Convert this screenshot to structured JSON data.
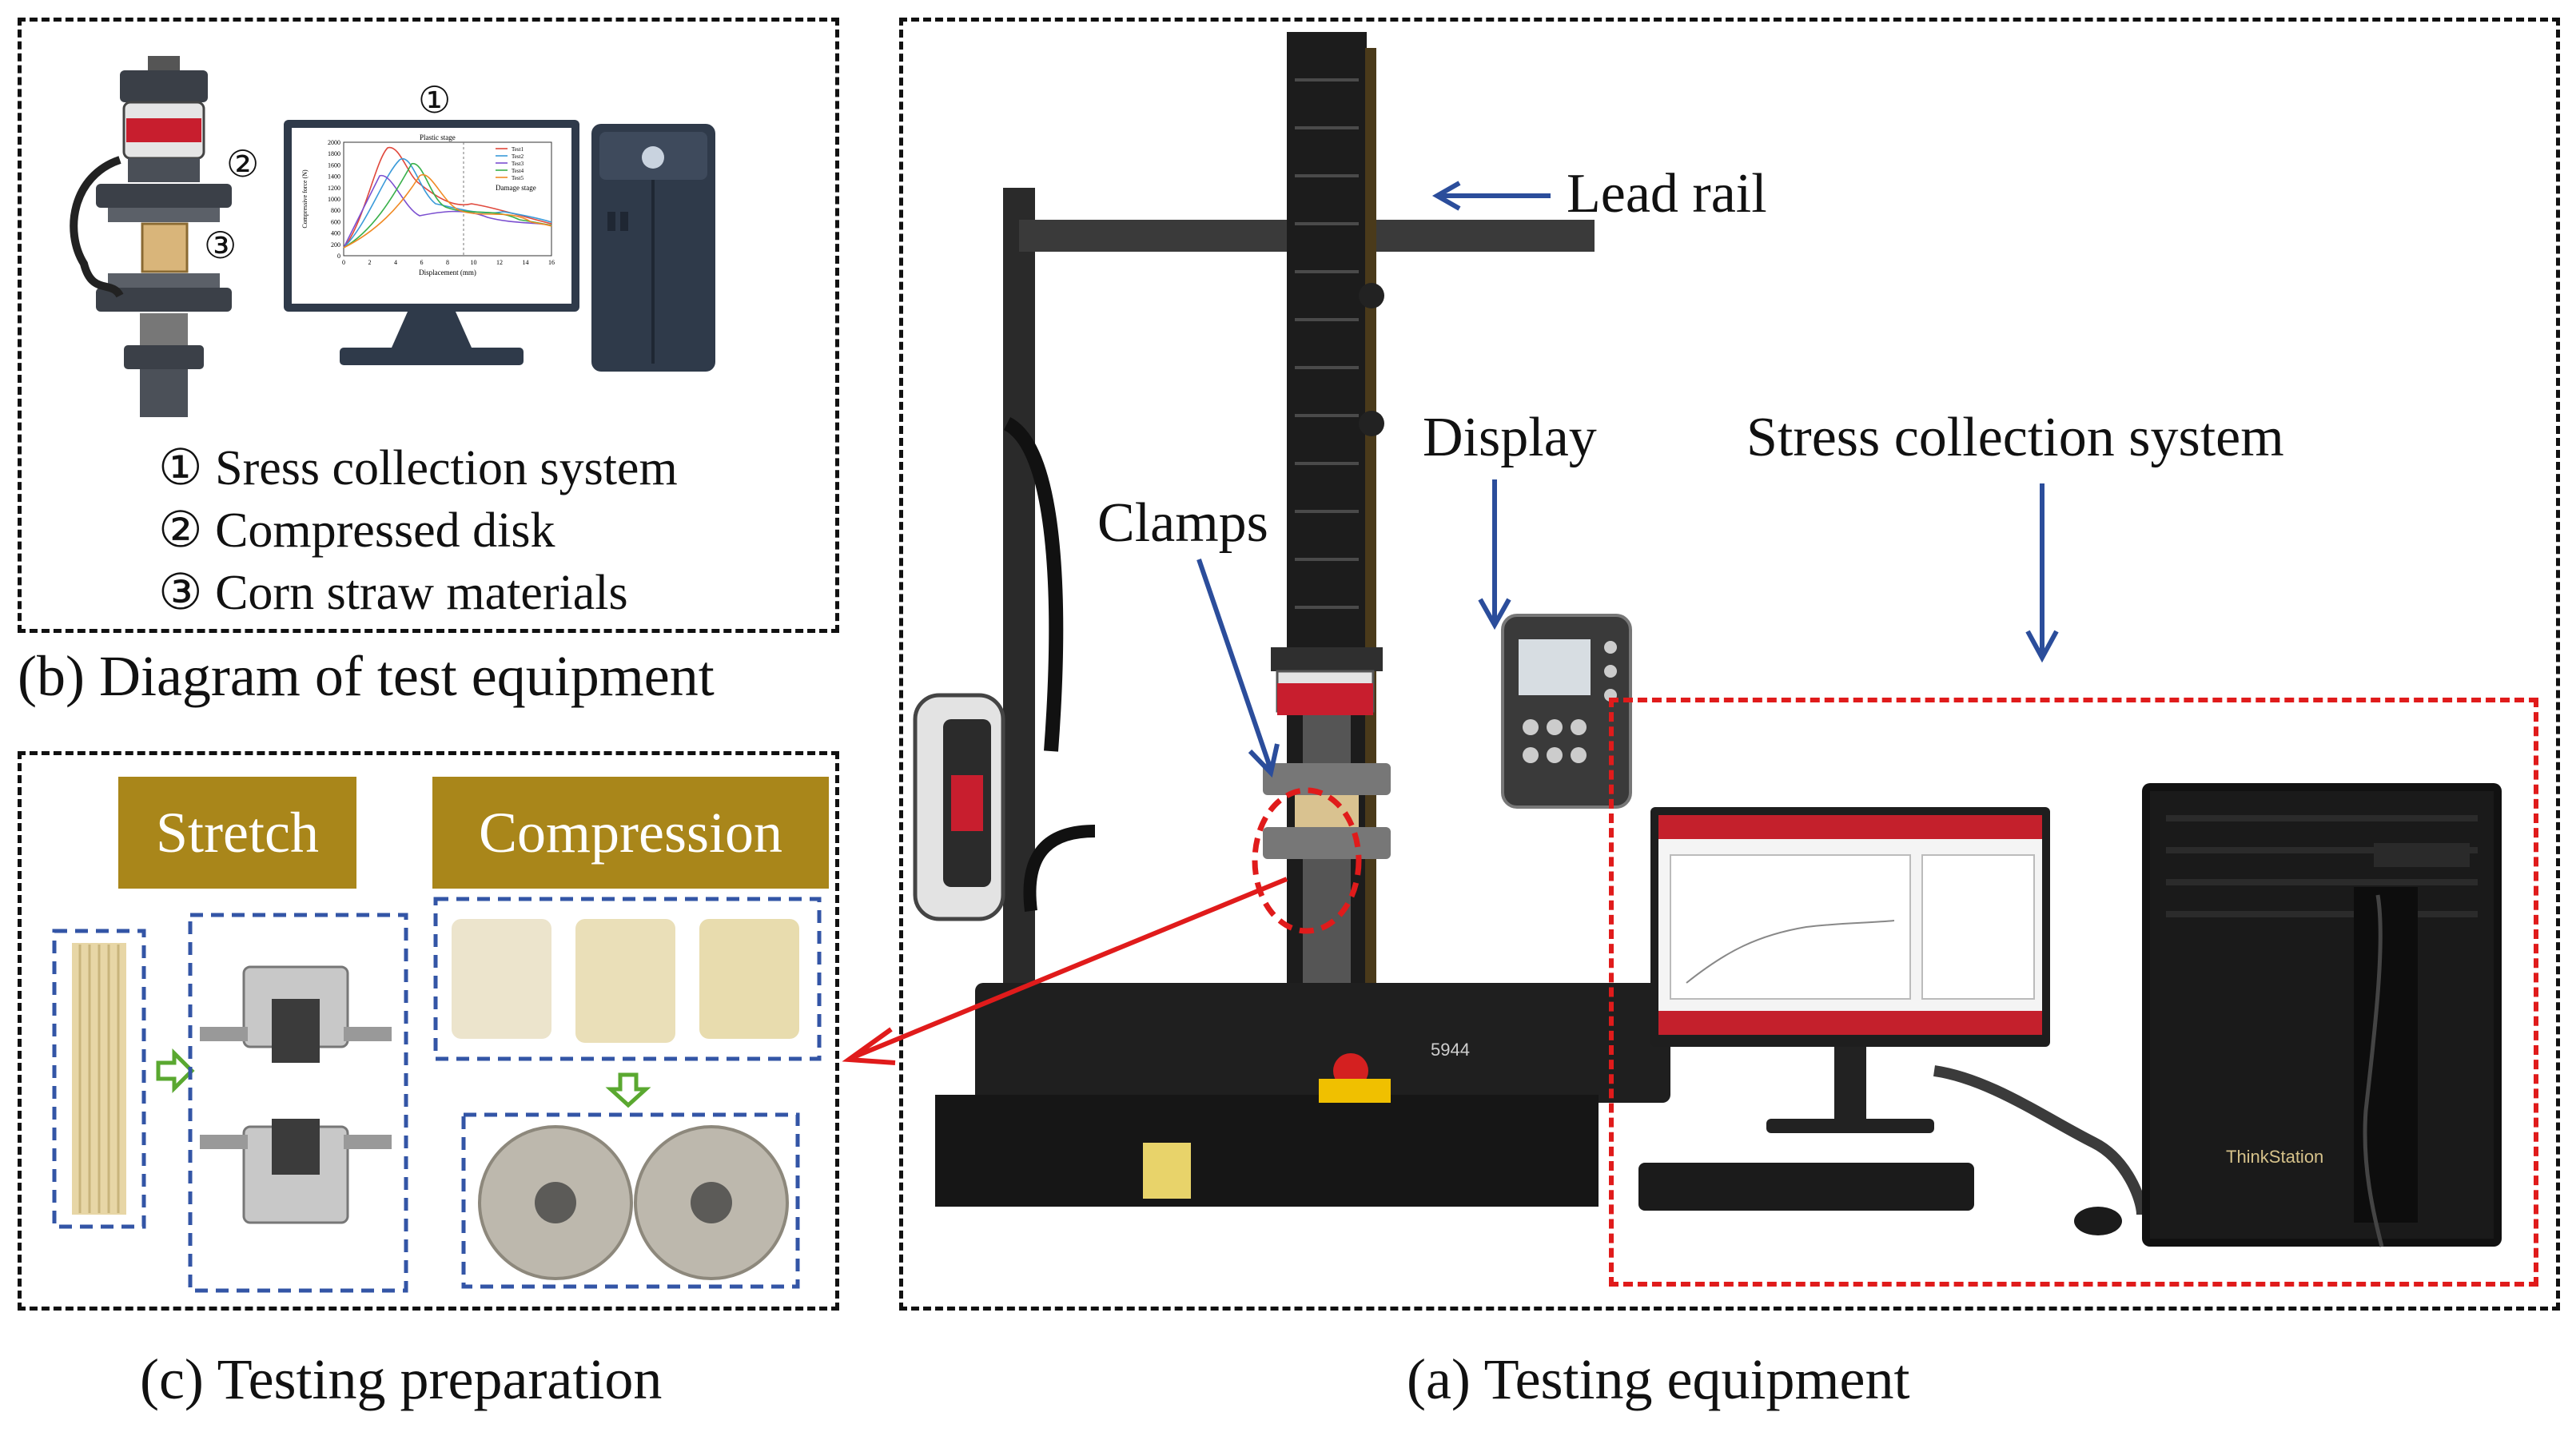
{
  "panel_a": {
    "caption": "(a) Testing equipment",
    "labels": {
      "lead_rail": "Lead rail",
      "display": "Display",
      "clamps": "Clamps",
      "stress_system": "Stress collection system"
    },
    "machine_plate": "5944",
    "pc_brand": "ThinkStation"
  },
  "panel_b": {
    "caption": "(b)  Diagram of test equipment",
    "markers": [
      "①",
      "②",
      "③"
    ],
    "legend": [
      "① Sress collection system",
      "② Compressed disk",
      "③ Corn straw materials"
    ],
    "mini_chart": {
      "stage1": "Plastic stage",
      "stage2": "Damage stage",
      "xlabel": "Displacement (mm)",
      "ylabel": "Compressive force (N)",
      "yticks": [
        "0",
        "200",
        "400",
        "600",
        "800",
        "1000",
        "1200",
        "1400",
        "1600",
        "1800",
        "2000"
      ],
      "xticks": [
        "0",
        "2",
        "4",
        "6",
        "8",
        "10",
        "12",
        "14",
        "16"
      ],
      "series": [
        "Test1",
        "Test2",
        "Test3",
        "Test4",
        "Test5"
      ]
    }
  },
  "panel_c": {
    "caption": "(c) Testing preparation",
    "stretch": "Stretch",
    "compression": "Compression"
  },
  "colors": {
    "arrow_blue": "#2b4d9b",
    "red": "#e01b1b",
    "gold": "#a9861a",
    "box_blue": "#3355a6"
  }
}
